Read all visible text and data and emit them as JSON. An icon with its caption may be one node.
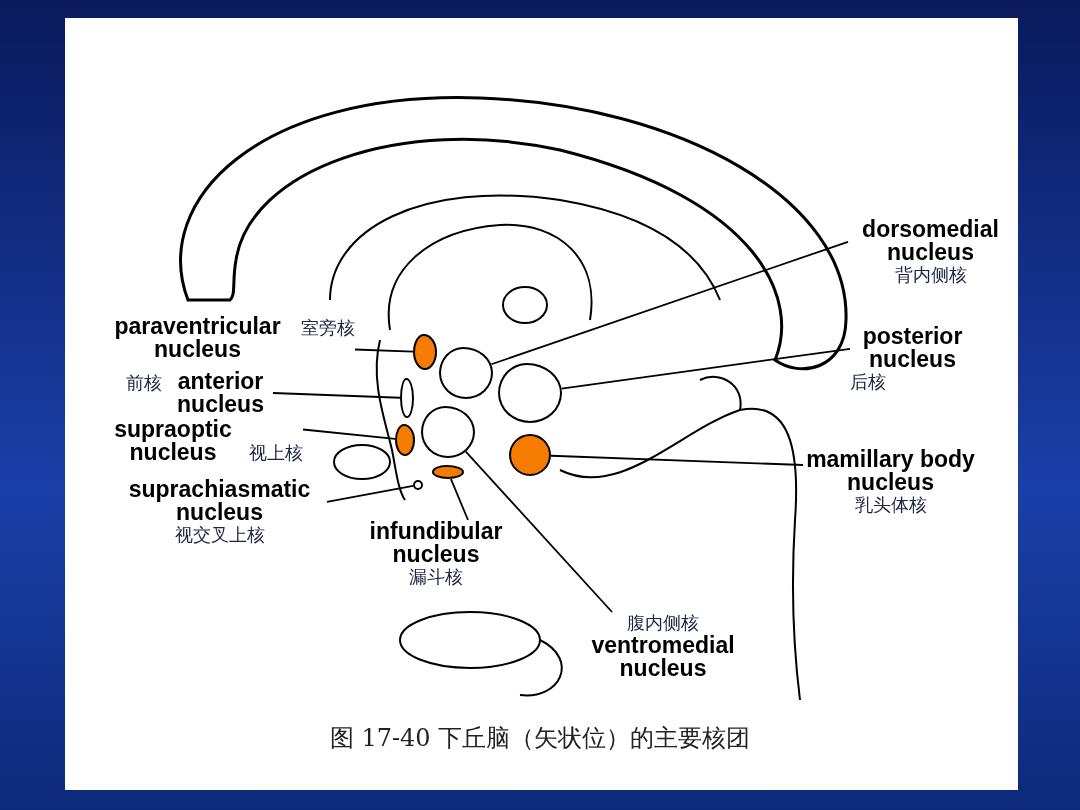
{
  "diagram": {
    "caption": "图 17-40 下丘脑（矢状位）的主要核团",
    "nodes": [
      {
        "text": [
          "paraventricular nucleus",
          "室旁核"
        ]
      },
      {
        "text": [
          "前核",
          "anterior nucleus"
        ]
      },
      {
        "text": [
          "supraoptic nucleus",
          "视上核"
        ]
      },
      {
        "text": [
          "suprachiasmatic nucleus",
          "视交叉上核"
        ]
      },
      {
        "text": [
          "infundibular nucleus",
          "漏斗核"
        ]
      },
      {
        "text": [
          "腹内侧核",
          "ventromedial nucleus"
        ]
      },
      {
        "text": [
          "dorsomedial nucleus",
          "背内侧核"
        ]
      },
      {
        "text": [
          "posterior nucleus",
          "后核"
        ]
      },
      {
        "text": [
          "mamillary body nucleus",
          "乳头体核"
        ]
      },
      {
        "text": [],
        "shape": "oval"
      },
      {
        "text": [],
        "shape": "oval"
      },
      {
        "text": [],
        "shape": "oval"
      },
      {
        "text": [],
        "shape": "circle"
      },
      {
        "text": [],
        "shape": "oval"
      },
      {
        "text": [],
        "shape": "oval"
      },
      {
        "text": [],
        "shape": "oval"
      },
      {
        "text": [],
        "shape": "oval"
      },
      {
        "text": [],
        "shape": "circle"
      }
    ],
    "edges": [
      {
        "from": 0,
        "to": 9,
        "arrow": "none"
      },
      {
        "from": 1,
        "to": 10,
        "arrow": "none"
      },
      {
        "from": 2,
        "to": 11,
        "arrow": "none"
      },
      {
        "from": 3,
        "to": 12,
        "arrow": "none"
      },
      {
        "from": 4,
        "to": 13,
        "arrow": "none"
      },
      {
        "from": 5,
        "to": 14,
        "arrow": "none"
      },
      {
        "from": 6,
        "to": 15,
        "arrow": "none"
      },
      {
        "from": 7,
        "to": 16,
        "arrow": "none"
      },
      {
        "from": 8,
        "to": 17,
        "arrow": "none"
      }
    ]
  }
}
